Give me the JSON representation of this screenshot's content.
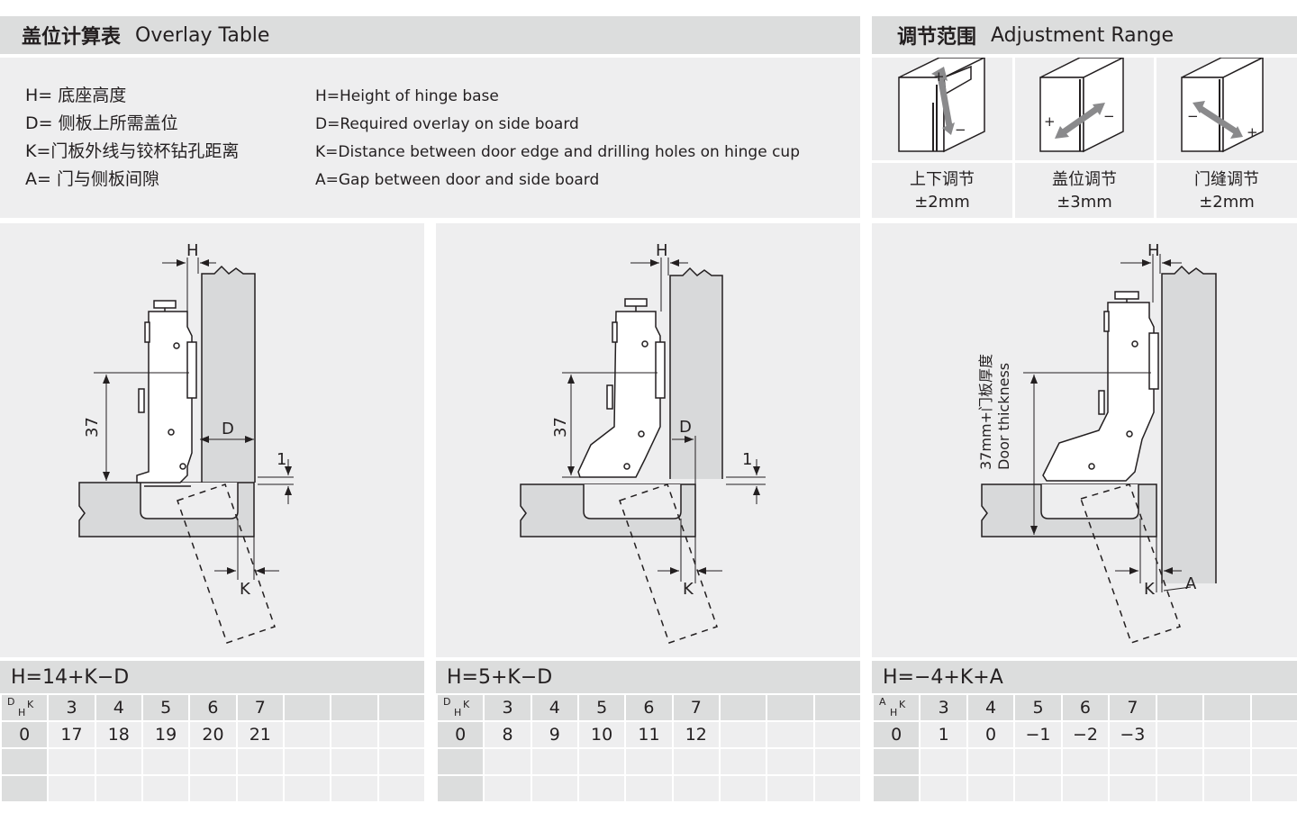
{
  "overlay_section": {
    "title_zh": "盖位计算表",
    "title_en": "Overlay Table"
  },
  "adjust_section": {
    "title_zh": "调节范围",
    "title_en": "Adjustment Range",
    "items": [
      {
        "label": "上下调节",
        "value": "±2mm"
      },
      {
        "label": "盖位调节",
        "value": "±3mm"
      },
      {
        "label": "门缝调节",
        "value": "±2mm"
      }
    ]
  },
  "legend": {
    "zh": [
      "H= 底座高度",
      "D= 侧板上所需盖位",
      "K=门板外线与铰杯钻孔距离",
      "A= 门与侧板间隙"
    ],
    "en": [
      "H=Height of hinge base",
      "D=Required overlay on side board",
      "K=Distance between door edge and drilling holes on hinge cup",
      "A=Gap between door and side board"
    ]
  },
  "diagrams": [
    {
      "label_h": "H",
      "label_d": "D",
      "label_k": "K",
      "dim_37": "37",
      "dim_1": "1"
    },
    {
      "label_h": "H",
      "label_d": "D",
      "label_k": "K",
      "dim_37": "37",
      "dim_1": "1"
    },
    {
      "label_h": "H",
      "label_k": "K",
      "label_a": "A",
      "vertical_zh": "37mm+门板厚度",
      "vertical_en": "Door thickness"
    }
  ],
  "tables": [
    {
      "formula": "H=14+K−D",
      "corner": {
        "a": "D",
        "b": "H",
        "c": "K"
      },
      "k_values": [
        "3",
        "4",
        "5",
        "6",
        "7",
        "",
        "",
        ""
      ],
      "rows": [
        [
          "0",
          "17",
          "18",
          "19",
          "20",
          "21",
          "",
          "",
          ""
        ],
        [
          "",
          "",
          "",
          "",
          "",
          "",
          "",
          "",
          ""
        ],
        [
          "",
          "",
          "",
          "",
          "",
          "",
          "",
          "",
          ""
        ]
      ]
    },
    {
      "formula": "H=5+K−D",
      "corner": {
        "a": "D",
        "b": "H",
        "c": "K"
      },
      "k_values": [
        "3",
        "4",
        "5",
        "6",
        "7",
        "",
        "",
        ""
      ],
      "rows": [
        [
          "0",
          "8",
          "9",
          "10",
          "11",
          "12",
          "",
          "",
          ""
        ],
        [
          "",
          "",
          "",
          "",
          "",
          "",
          "",
          "",
          ""
        ],
        [
          "",
          "",
          "",
          "",
          "",
          "",
          "",
          "",
          ""
        ]
      ]
    },
    {
      "formula": "H=−4+K+A",
      "corner": {
        "a": "A",
        "b": "H",
        "c": "K"
      },
      "k_values": [
        "3",
        "4",
        "5",
        "6",
        "7",
        "",
        "",
        ""
      ],
      "rows": [
        [
          "0",
          "1",
          "0",
          "−1",
          "−2",
          "−3",
          "",
          "",
          ""
        ],
        [
          "",
          "",
          "",
          "",
          "",
          "",
          "",
          "",
          ""
        ],
        [
          "",
          "",
          "",
          "",
          "",
          "",
          "",
          "",
          ""
        ]
      ]
    }
  ]
}
